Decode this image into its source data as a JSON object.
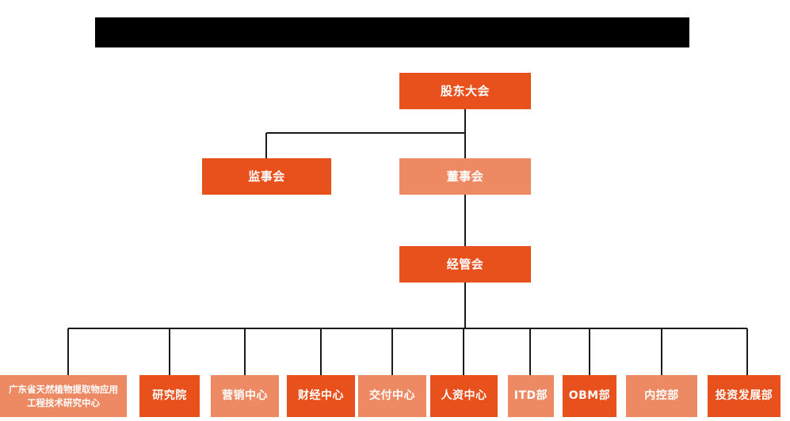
{
  "diagram": {
    "kind": "organization-chart",
    "title_bar": {
      "label": "",
      "redacted": true,
      "color": "#000000"
    },
    "colors": {
      "accent_dark": "#e9511c",
      "accent_light": "#ee8a63",
      "connector": "#1a1a1a",
      "background": "#ffffff",
      "node_text": "#ffffff"
    },
    "levels": [
      {
        "level": 1,
        "nodes": [
          {
            "id": "shareholders-meeting",
            "label": "股东大会",
            "tone": "dark"
          }
        ]
      },
      {
        "level": 2,
        "nodes": [
          {
            "id": "board-of-supervisors",
            "label": "监事会",
            "tone": "dark"
          },
          {
            "id": "board-of-directors",
            "label": "董事会",
            "tone": "light"
          }
        ]
      },
      {
        "level": 3,
        "nodes": [
          {
            "id": "management-committee",
            "label": "经管会",
            "tone": "dark"
          }
        ]
      }
    ],
    "departments": [
      {
        "id": "gd-engineering-research-center",
        "label": "广东省天然植物提取物应用工程技术研究中心",
        "tone": "light"
      },
      {
        "id": "research-institute",
        "label": "研究院",
        "tone": "dark"
      },
      {
        "id": "marketing-center",
        "label": "营销中心",
        "tone": "light"
      },
      {
        "id": "finance-center",
        "label": "财经中心",
        "tone": "dark"
      },
      {
        "id": "delivery-center",
        "label": "交付中心",
        "tone": "light"
      },
      {
        "id": "hr-center",
        "label": "人资中心",
        "tone": "dark"
      },
      {
        "id": "itd-department",
        "label": "ITD部",
        "tone": "light"
      },
      {
        "id": "obm-department",
        "label": "OBM部",
        "tone": "dark"
      },
      {
        "id": "internal-control-department",
        "label": "内控部",
        "tone": "light"
      },
      {
        "id": "investment-development-department",
        "label": "投资发展部",
        "tone": "dark"
      }
    ]
  }
}
